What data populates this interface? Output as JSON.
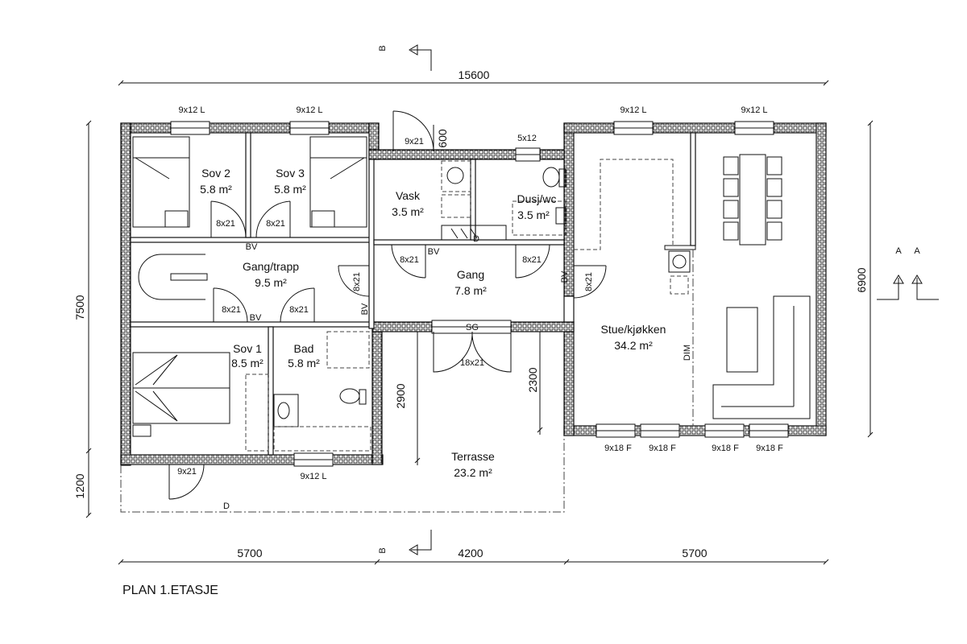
{
  "title": "PLAN 1.ETASJE",
  "dimensions": {
    "total_width": "15600",
    "left_height": "7500",
    "right_height": "6900",
    "bottom_extension": "1200",
    "bottom_left": "5700",
    "bottom_mid": "4200",
    "bottom_right": "5700",
    "terrace_depth": "2900",
    "terrace_inner": "2300",
    "window_gap": "600"
  },
  "rooms": {
    "sov2": {
      "name": "Sov 2",
      "area": "5.8 m²"
    },
    "sov3": {
      "name": "Sov 3",
      "area": "5.8 m²"
    },
    "vask": {
      "name": "Vask",
      "area": "3.5 m²"
    },
    "dusjwc": {
      "name": "Dusj/wc",
      "area": "3.5 m²"
    },
    "gangtrapp": {
      "name": "Gang/trapp",
      "area": "9.5 m²"
    },
    "gang": {
      "name": "Gang",
      "area": "7.8 m²"
    },
    "sov1": {
      "name": "Sov 1",
      "area": "8.5 m²"
    },
    "bad": {
      "name": "Bad",
      "area": "5.8 m²"
    },
    "stue": {
      "name": "Stue/kjøkken",
      "area": "34.2 m²"
    },
    "terrasse": {
      "name": "Terrasse",
      "area": "23.2 m²"
    }
  },
  "windows": {
    "w_sov2": "9x12 L",
    "w_sov3": "9x12 L",
    "w_stue1": "9x12 L",
    "w_stue2": "9x12 L",
    "w_dusj": "5x12",
    "w_bad": "9x12 L",
    "w_s1": "9x18 F",
    "w_s2": "9x18 F",
    "w_s3": "9x18 F",
    "w_s4": "9x18 F"
  },
  "doors": {
    "d_vask_ext": "9x21",
    "d_sov2": "8x21",
    "d_sov3": "8x21",
    "d_gang1": "8x21",
    "d_gang2": "8x21",
    "d_gangtrapp_right": "8x21",
    "d_sov1": "8x21",
    "d_bad": "8x21",
    "d_stue": "8x21",
    "d_terrasse": "18x21",
    "d_sov1_ext": "9x21"
  },
  "marks": {
    "bv": "BV",
    "sg": "SG",
    "dim_vertical": "DIM",
    "d_small": "D",
    "d_line": "D",
    "section_b": "B",
    "section_a": "A"
  }
}
